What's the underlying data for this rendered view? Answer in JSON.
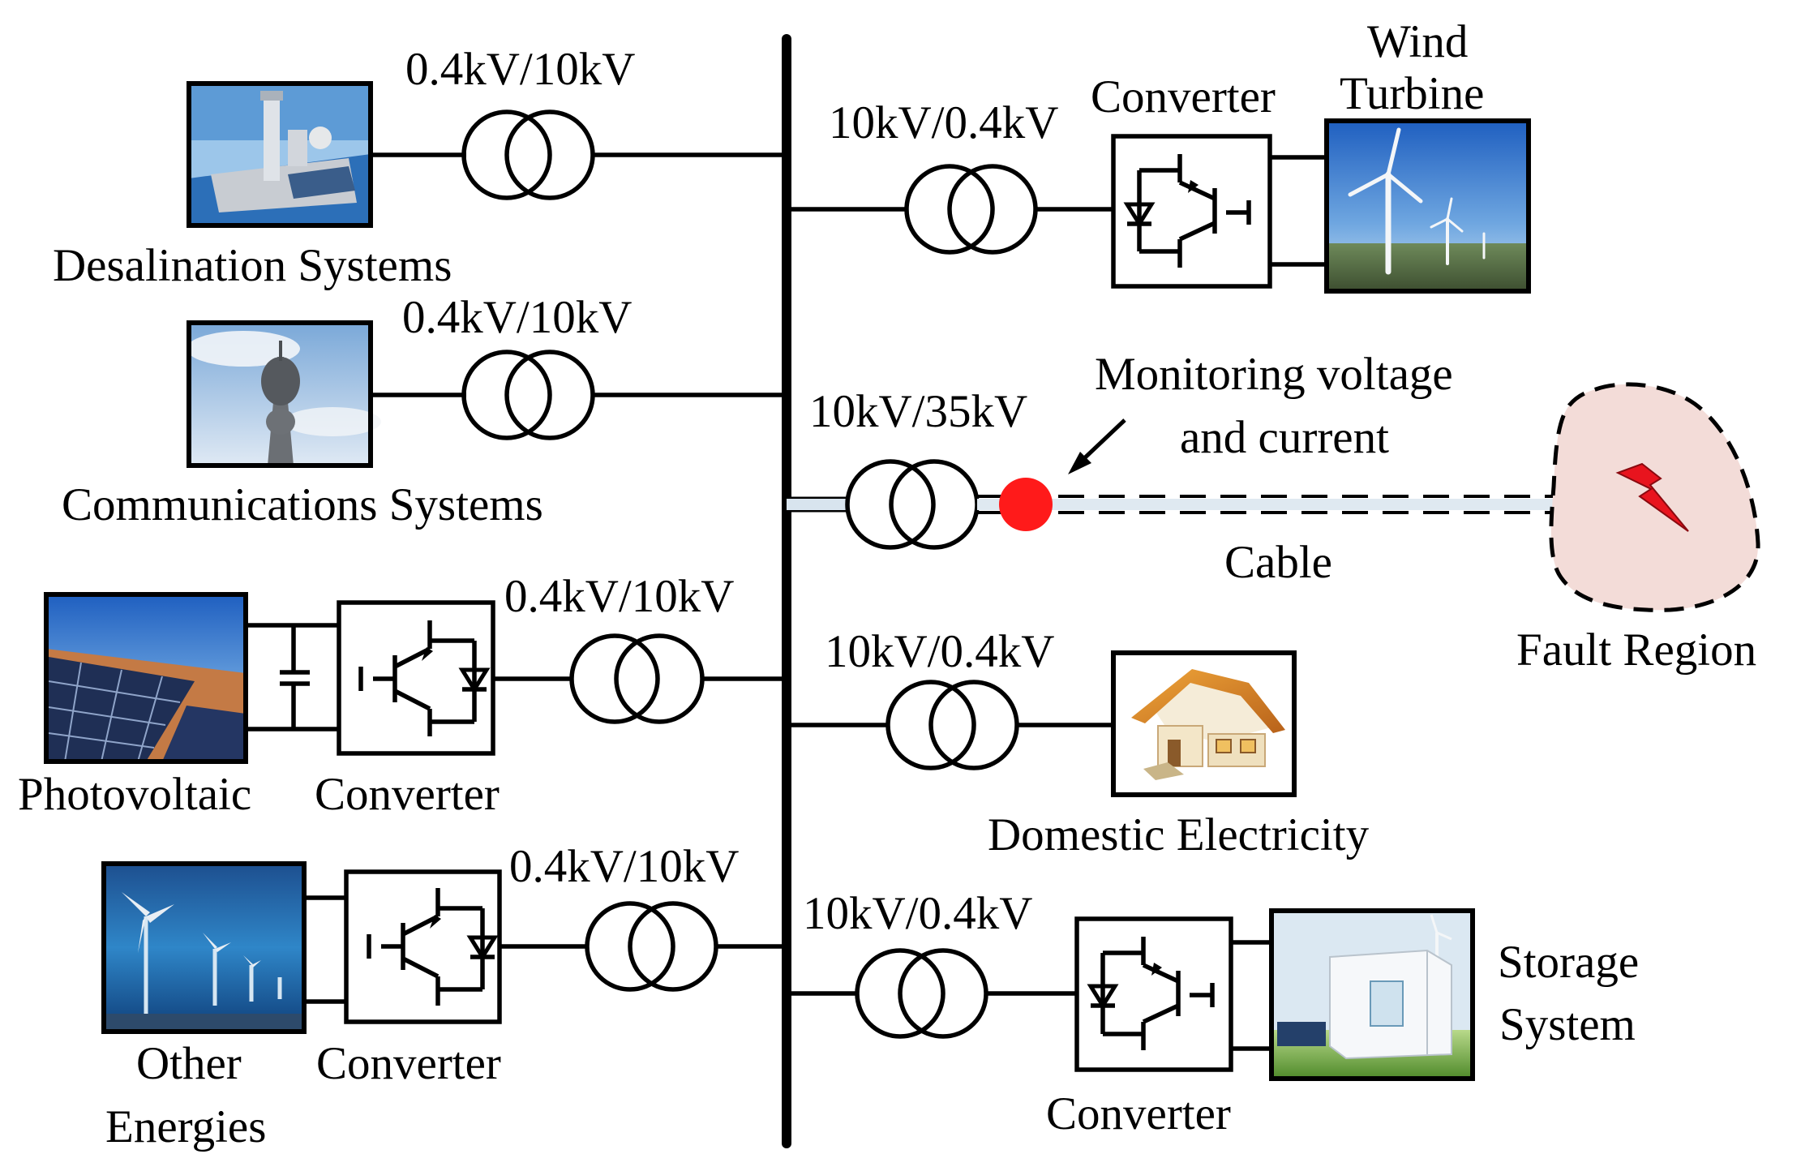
{
  "labels": {
    "desalination": "Desalination Systems",
    "communications": "Communications Systems",
    "photovoltaic": "Photovoltaic",
    "other_energies_line1": "Other",
    "other_energies_line2": "Energies",
    "wind_turbine_line1": "Wind",
    "wind_turbine_line2": "Turbine",
    "monitoring_line1": "Monitoring voltage",
    "monitoring_line2": "and current",
    "cable": "Cable",
    "fault_region": "Fault Region",
    "domestic": "Domestic Electricity",
    "storage_line1": "Storage",
    "storage_line2": "System"
  },
  "converters": {
    "pv": "Converter",
    "other": "Converter",
    "wind": "Converter",
    "storage": "Converter"
  },
  "transformers": {
    "desalination": "0.4kV/10kV",
    "communications": "0.4kV/10kV",
    "pv": "0.4kV/10kV",
    "other": "0.4kV/10kV",
    "wind": "10kV/0.4kV",
    "cable": "10kV/35kV",
    "domestic": "10kV/0.4kV",
    "storage": "10kV/0.4kV"
  },
  "colors": {
    "monitor_point": "#ff1a1a",
    "fault_fill": "#f3dcd8",
    "lightning": "#e8141e",
    "line": "#000000"
  }
}
